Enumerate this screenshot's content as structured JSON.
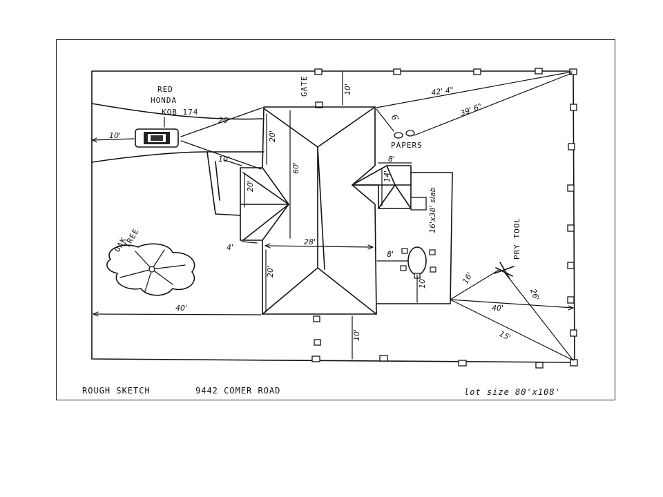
{
  "caption": {
    "left": "ROUGH SKETCH",
    "address": "9442 COMER ROAD",
    "lot_size": "lot size 80'x108'"
  },
  "vehicle": {
    "line1": "RED",
    "line2": "HONDA",
    "line3": "KQB 174"
  },
  "labels": {
    "gate": "GATE",
    "papers": "PAPERS",
    "oak_tree_1": "OAK",
    "oak_tree_2": "TREE",
    "pry_tool": "PRY TOOL",
    "slab": "16'x38' slab"
  },
  "dimensions": {
    "d_20_drive": "20'",
    "d_10_street": "10'",
    "d_10_garage": "10'",
    "d_20_garage": "20'",
    "d_60": "60'",
    "d_20_wing": "20'",
    "d_4": "4'",
    "d_20_lower": "20'",
    "d_28": "28'",
    "d_10_top": "10'",
    "d_42_4": "42' 4\"",
    "d_39_6": "39' 6\"",
    "d_6": "6'",
    "d_8_top": "8'",
    "d_14": "14'",
    "d_8_patio": "8'",
    "d_10_patio": "10'",
    "d_16": "16'",
    "d_26": "26'",
    "d_40_right": "40'",
    "d_15": "15'",
    "d_40_left": "40'",
    "d_10_bottom": "10'"
  }
}
